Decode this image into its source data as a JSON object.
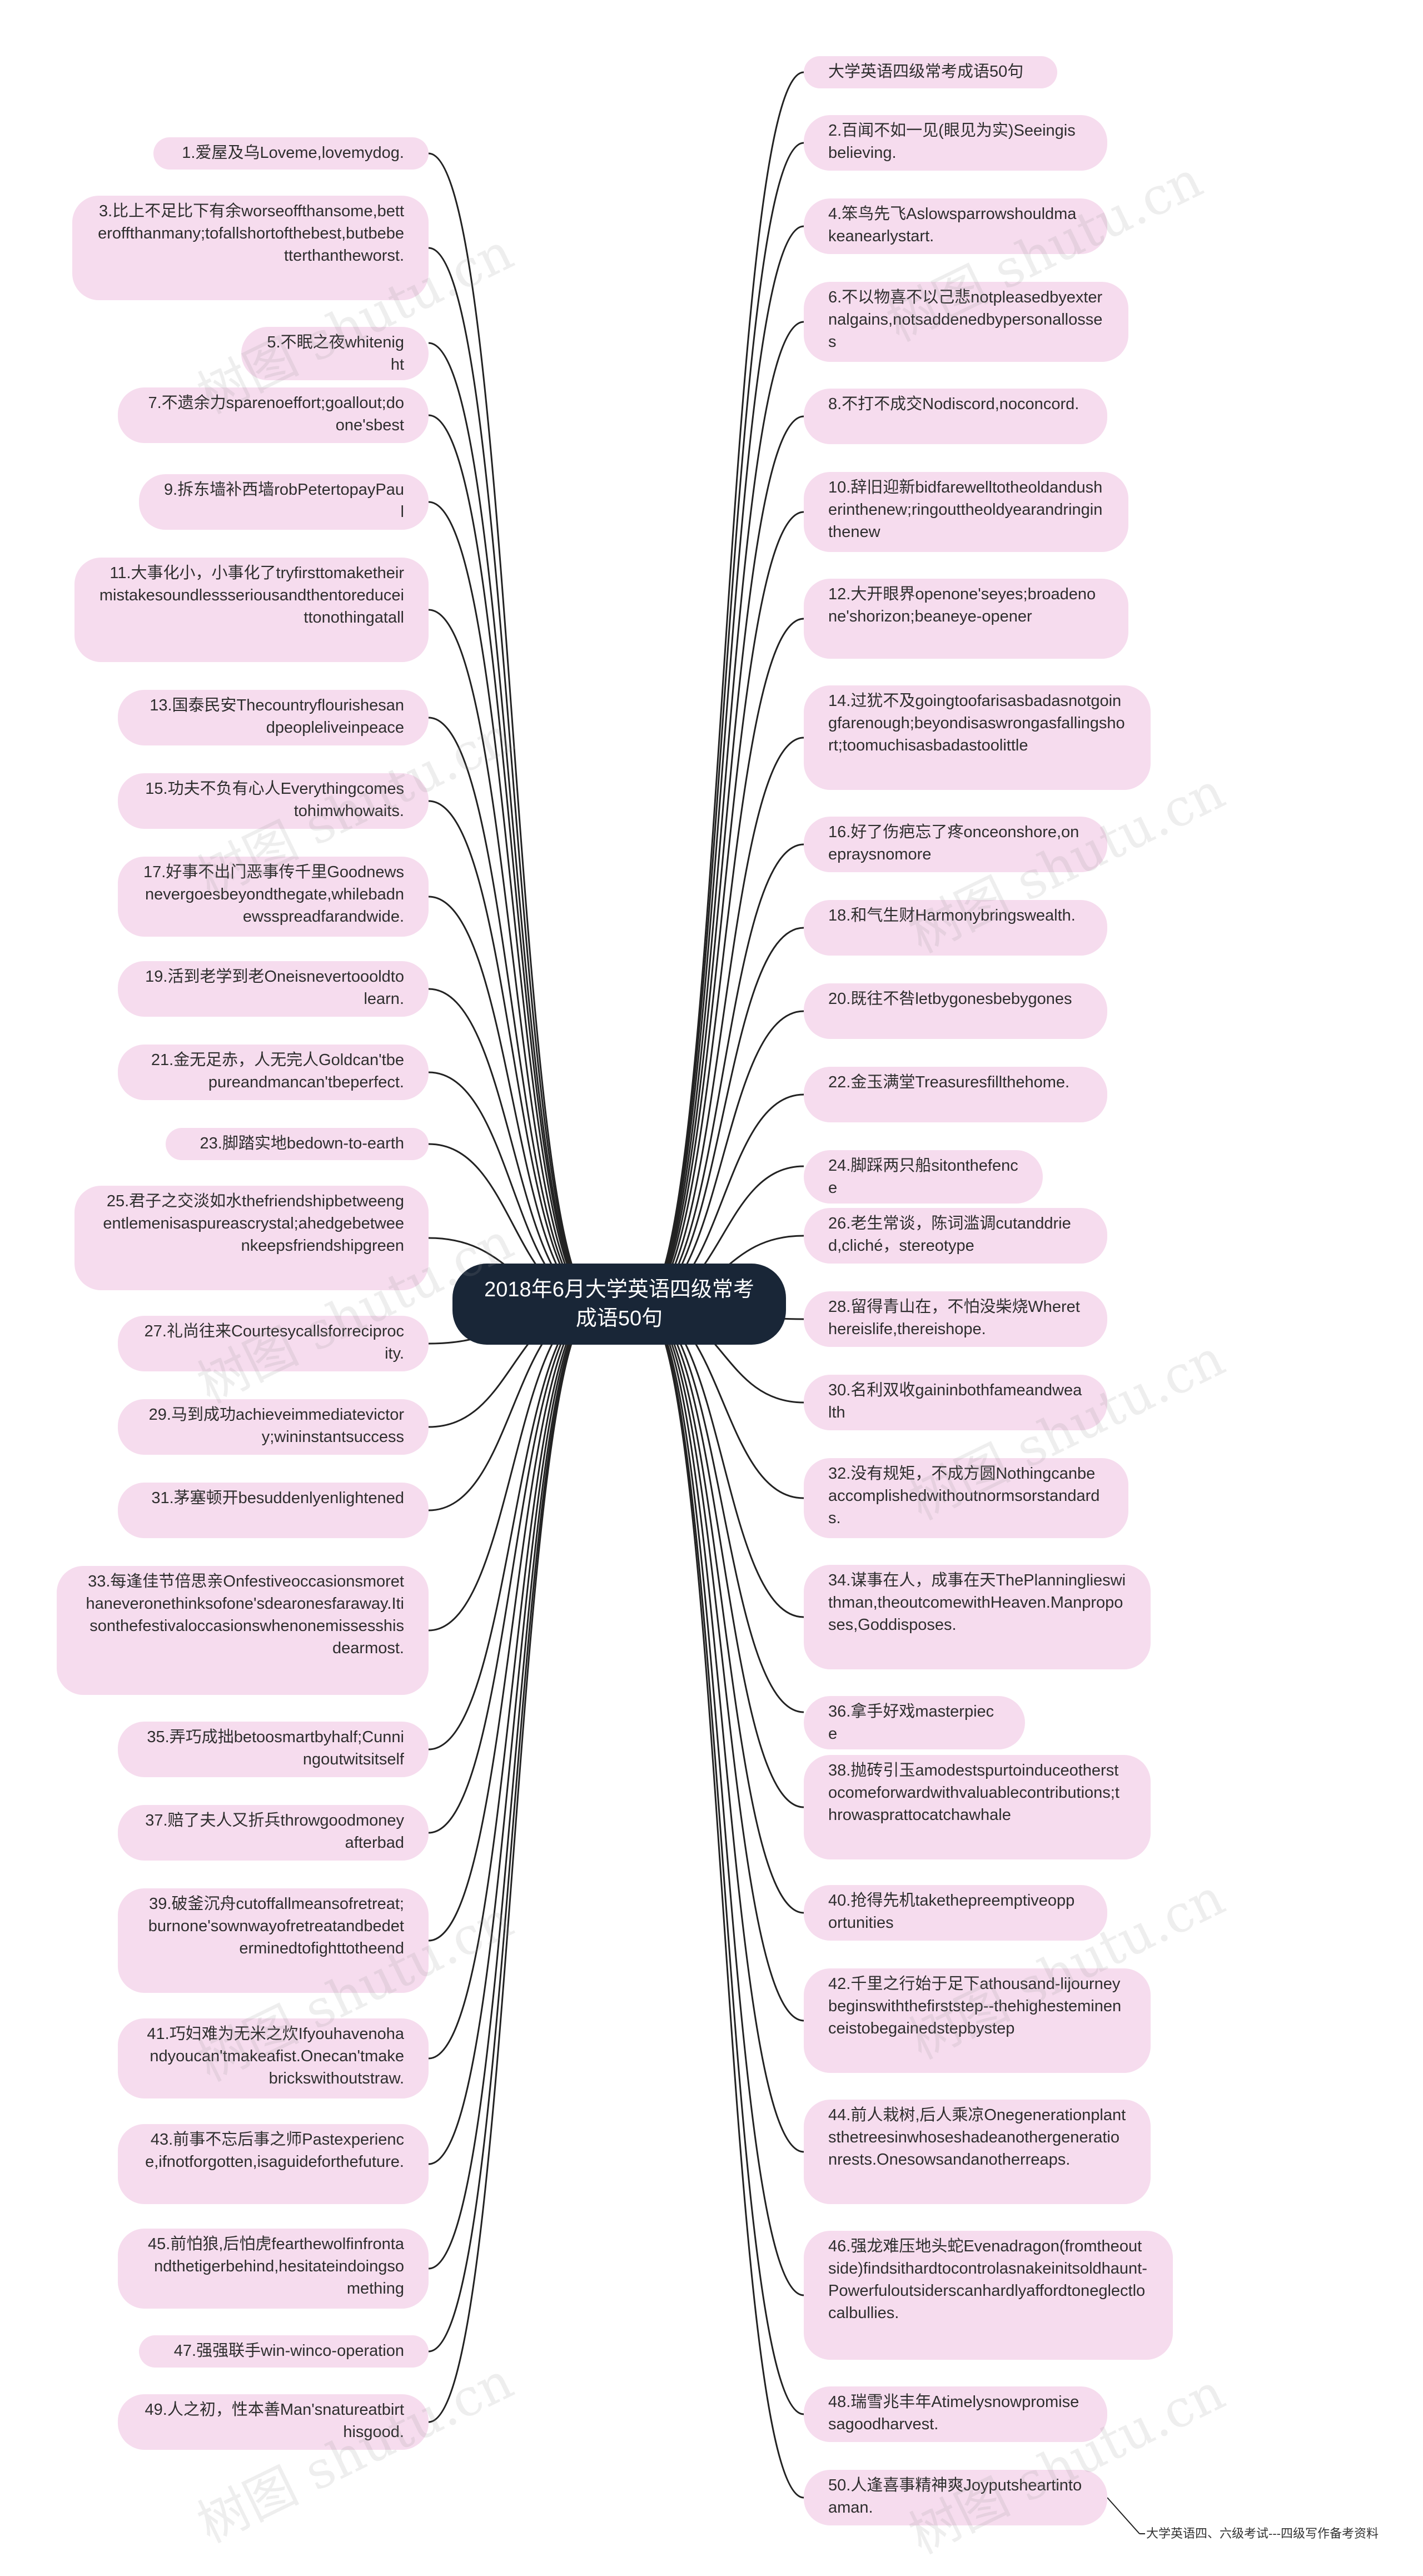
{
  "root": {
    "text": "2018年6月大学英语四级常考成语50句"
  },
  "watermark": "树图 shutu.cn",
  "colors": {
    "node_fill": "#f6dcee",
    "root_fill": "#192637",
    "link_color": "#222222"
  },
  "left_nodes": [
    "1.爱屋及乌Loveme,lovemydog.",
    "3.比上不足比下有余worseoffthansome,betteroffthanmany;tofallshortofthebest,butbebetterthantheworst.",
    "5.不眠之夜whitenight",
    "7.不遗余力sparenoeffort;goallout;doone'sbest",
    "9.拆东墙补西墙robPetertopayPaul",
    "11.大事化小，小事化了tryfirsttomaketheirmistakesoundlessseriousandthentoreduceittonothingatall",
    "13.国泰民安Thecountryflourishesandpeopleliveinpeace",
    "15.功夫不负有心人Everythingcomestohimwhowaits.",
    "17.好事不出门恶事传千里Goodnewsnevergoesbeyondthegate,whilebadnewsspreadfarandwide.",
    "19.活到老学到老Oneisnevertoooldtolearn.",
    "21.金无足赤，人无完人Goldcan'tbepureandmancan'tbeperfect.",
    "23.脚踏实地bedown-to-earth",
    "25.君子之交淡如水thefriendshipbetweengentlemenisaspureascrystal;ahedgebetweenkeepsfriendshipgreen",
    "27.礼尚往来Courtesycallsforreciprocity.",
    "29.马到成功achieveimmediatevictory;wininstantsuccess",
    "31.茅塞顿开besuddenlyenlightened",
    "33.每逢佳节倍思亲Onfestiveoccasionsmorethaneveronethinksofone'sdearonesfaraway.Itisonthefestivaloccasionswhenonemissesshisdearmost.",
    "35.弄巧成拙betoosmartbyhalf;Cunningoutwitsitself",
    "37.赔了夫人又折兵throwgoodmoneyafterbad",
    "39.破釜沉舟cutoffallmeansofretreat;burnone'sownwayofretreatandbedeterminedtofighttotheend",
    "41.巧妇难为无米之炊Ifyouhavenohandyoucan'tmakeafist.Onecan'tmakebrickswithoutstraw.",
    "43.前事不忘后事之师Pastexperience,ifnotforgotten,isaguideforthefuture.",
    "45.前怕狼,后怕虎fearthewolfinfrontandthetigerbehind,hesitateindoingsomething",
    "47.强强联手win-winco-operation",
    "49.人之初，性本善Man'snatureatbirthisgood."
  ],
  "right_nodes": [
    "大学英语四级常考成语50句",
    "2.百闻不如一见(眼见为实)Seeingisbelieving.",
    "4.笨鸟先飞Aslowsparrowshouldmakeanearlystart.",
    "6.不以物喜不以己悲notpleasedbyexternalgains,notsaddenedbypersonallosses",
    "8.不打不成交Nodiscord,noconcord.",
    "10.辞旧迎新bidfarewelltotheoldandusherinthenew;ringouttheoldyearandringinthenew",
    "12.大开眼界openone'seyes;broadenone'shorizon;beaneye-opener",
    "14.过犹不及goingtoofarisasbadasnotgoingfarenough;beyondisaswrongasfallingshort;toomuchisasbadastoolittle",
    "16.好了伤疤忘了疼onceonshore,onepraysnomore",
    "18.和气生财Harmonybringswealth.",
    "20.既往不咎letbygonesbebygones",
    "22.金玉满堂Treasuresfillthehome.",
    "24.脚踩两只船sitonthefence",
    "26.老生常谈，陈词滥调cutanddried,cliché，stereotype",
    "28.留得青山在，不怕没柴烧Wherethereislife,thereishope.",
    "30.名利双收gaininbothfameandwealth",
    "32.没有规矩，不成方圆Nothingcanbeaccomplishedwithoutnormsorstandards.",
    "34.谋事在人，成事在天ThePlanninglieswithman,theoutcomewithHeaven.Manproposes,Goddisposes.",
    "36.拿手好戏masterpiece",
    "38.抛砖引玉amodestspurtoinduceotherstocomeforwardwithvaluablecontributions;throwasprattocatchawhale",
    "40.抢得先机takethepreemptiveopportunities",
    "42.千里之行始于足下athousand-lijourneybeginswiththefirststep--thehighesteminenceistobegainedstepbystep",
    "44.前人栽树,后人乘凉Onegenerationplantsthetreesinwhoseshadeanothergenerationrests.Onesowsandanotherreaps.",
    "46.强龙难压地头蛇Evenadragon(fromtheoutside)findsithardtocontrolasnakeinitsoldhaunt-Powerfuloutsiderscanhardlyaffordtoneglectlocalbullies.",
    "48.瑞雪兆丰年Atimelysnowpromisesagoodharvest.",
    "50.人逢喜事精神爽Joyputsheartintoaman."
  ],
  "subnode": "大学英语四、六级考试---四级写作备考资料"
}
